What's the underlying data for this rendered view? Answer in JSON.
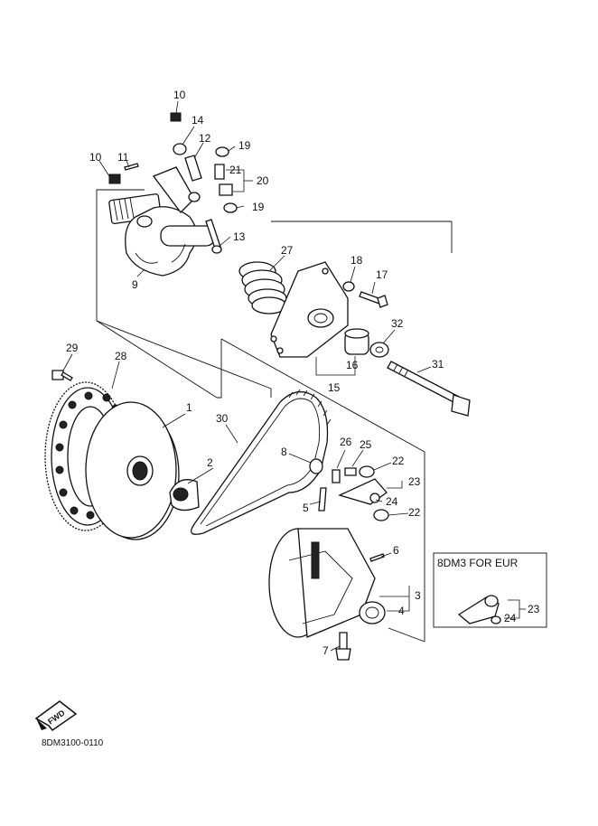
{
  "labels": {
    "p1": "1",
    "p2": "2",
    "p3": "3",
    "p4": "4",
    "p5": "5",
    "p6": "6",
    "p7": "7",
    "p8": "8",
    "p9": "9",
    "p10a": "10",
    "p10b": "10",
    "p11": "11",
    "p12": "12",
    "p13": "13",
    "p14": "14",
    "p15": "15",
    "p16": "16",
    "p17": "17",
    "p18": "18",
    "p19a": "19",
    "p19b": "19",
    "p20": "20",
    "p21": "21",
    "p22a": "22",
    "p22b": "22",
    "p23a": "23",
    "p23b": "23",
    "p24a": "24",
    "p24b": "24",
    "p25": "25",
    "p26": "26",
    "p27": "27",
    "p28": "28",
    "p29": "29",
    "p30": "30",
    "p31": "31",
    "p32": "32"
  },
  "inset": {
    "title": "8DM3  FOR EUR"
  },
  "fwd_badge": "FWD",
  "diagram_code": "8DM3100-0110"
}
